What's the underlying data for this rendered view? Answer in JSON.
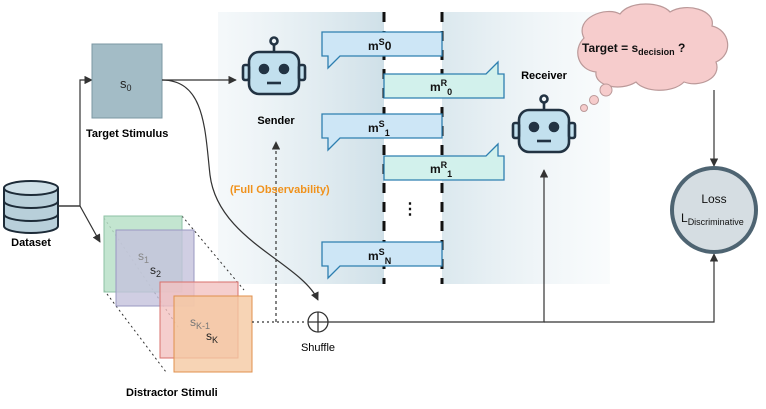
{
  "colors": {
    "panel_left": "#dbe8ee",
    "panel_right": "#e6eef2",
    "sender_msg": "#cde6f6",
    "receiver_msg": "#d2f1ec",
    "msg_border": "#2e7fb0",
    "target_fill": "#a3bcc6",
    "distractor_green": "#b9e0c8",
    "distractor_purple": "#c4c2dc",
    "distractor_red": "#f3c2c0",
    "distractor_orange": "#f5c9a2",
    "thought_fill": "#f6cccc",
    "loss_fill": "#d5dde2",
    "highlight": "#f0921c",
    "robot_body": "#c2e0ee",
    "robot_stroke": "#223343"
  },
  "labels": {
    "target_stimulus": "Target Stimulus",
    "dataset": "Dataset",
    "distractor_stimuli": "Distractor Stimuli",
    "sender": "Sender",
    "receiver": "Receiver",
    "full_observability": "(Full Observability)",
    "shuffle": "Shuffle",
    "target_question": "Target = s",
    "target_question_sub": "decision",
    "target_question_tail": " ?",
    "loss": "Loss",
    "loss_symbol": "L",
    "loss_sub": "Discriminative",
    "dots": "⋮"
  },
  "stimuli": {
    "target": {
      "base": "s",
      "sub": "0"
    },
    "distractors": [
      {
        "base": "s",
        "sub": "1"
      },
      {
        "base": "s",
        "sub": "2"
      },
      {
        "base": "s",
        "sub": "K-1"
      },
      {
        "base": "s",
        "sub": "K"
      }
    ]
  },
  "messages": [
    {
      "who": "sender",
      "base": "m",
      "sup": "S",
      "sub": "0"
    },
    {
      "who": "receiver",
      "base": "m",
      "sup": "R",
      "sub": "0"
    },
    {
      "who": "sender",
      "base": "m",
      "sup": "S",
      "sub": "1"
    },
    {
      "who": "receiver",
      "base": "m",
      "sup": "R",
      "sub": "1"
    },
    {
      "who": "sender",
      "base": "m",
      "sup": "S",
      "sub": "N"
    }
  ],
  "icons": {
    "sender": "robot-icon",
    "receiver": "robot-icon",
    "dataset": "database-icon",
    "shuffle": "shuffle-icon"
  }
}
